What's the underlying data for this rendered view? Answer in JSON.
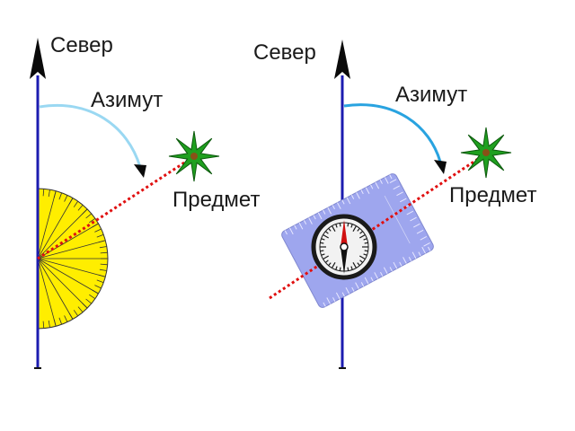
{
  "labels": {
    "north": "Север",
    "azimuth": "Азимут",
    "object": "Предмет"
  },
  "colors": {
    "meridian": "#1c1cb0",
    "arrow_head": "#0a0a0a",
    "left_arc": "#9ad8f2",
    "right_arc": "#29a3e0",
    "sight_line": "#e01010",
    "star": "#1fa01f",
    "protractor": "#ffee00",
    "compass_plate": "#9ea6ee"
  },
  "icons": {
    "object_marker": "green-star-icon",
    "compass": "compass-icon"
  }
}
